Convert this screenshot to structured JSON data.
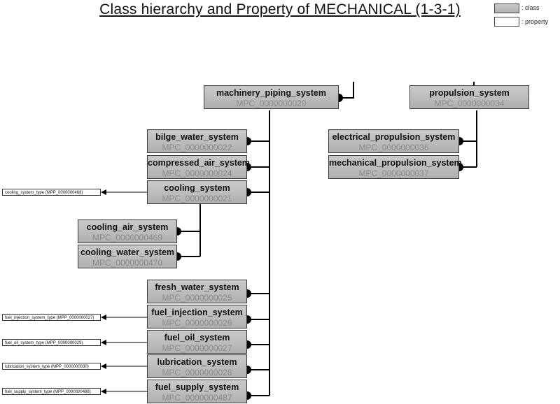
{
  "title": "Class hierarchy and Property of MECHANICAL (1-3-1)",
  "legend": {
    "class": ": class",
    "property": ": property"
  },
  "classes": [
    {
      "key": "mps",
      "name": "machinery_piping_system",
      "id": "MPC_0000000020"
    },
    {
      "key": "bws",
      "name": "bilge_water_system",
      "id": "MPC_0000000022"
    },
    {
      "key": "cas",
      "name": "compressed_air_system",
      "id": "MPC_0000000024"
    },
    {
      "key": "cs",
      "name": "cooling_system",
      "id": "MPC_0000000021"
    },
    {
      "key": "cairs",
      "name": "cooling_air_system",
      "id": "MPC_0000000469"
    },
    {
      "key": "cws",
      "name": "cooling_water_system",
      "id": "MPC_0000000470"
    },
    {
      "key": "fws",
      "name": "fresh_water_system",
      "id": "MPC_0000000025"
    },
    {
      "key": "fis",
      "name": "fuel_injection_system",
      "id": "MPC_0000000026"
    },
    {
      "key": "fos",
      "name": "fuel_oil_system",
      "id": "MPC_0000000027"
    },
    {
      "key": "ls",
      "name": "lubrication_system",
      "id": "MPC_0000000028"
    },
    {
      "key": "fss",
      "name": "fuel_supply_system",
      "id": "MPC_0000000487"
    },
    {
      "key": "ps",
      "name": "propulsion_system",
      "id": "MPC_0000000034"
    },
    {
      "key": "eps",
      "name": "electrical_propulsion_system",
      "id": "MPC_0000000036"
    },
    {
      "key": "mechps",
      "name": "mechanical_propulsion_system",
      "id": "MPC_0000000037"
    }
  ],
  "properties": [
    {
      "key": "p_cooling",
      "label": "cooling_system_type (MPP_0000000468)"
    },
    {
      "key": "p_fuelinj",
      "label": "fuel_injection_system_type (MPP_0000000027)"
    },
    {
      "key": "p_fueloil",
      "label": "fuel_oil_system_type (MPP_0000000029)"
    },
    {
      "key": "p_lub",
      "label": "lubrication_system_type (MPP_0000000030)"
    },
    {
      "key": "p_fuelsup",
      "label": "fuel_supply_system_type (MPP_0000000488)"
    }
  ]
}
